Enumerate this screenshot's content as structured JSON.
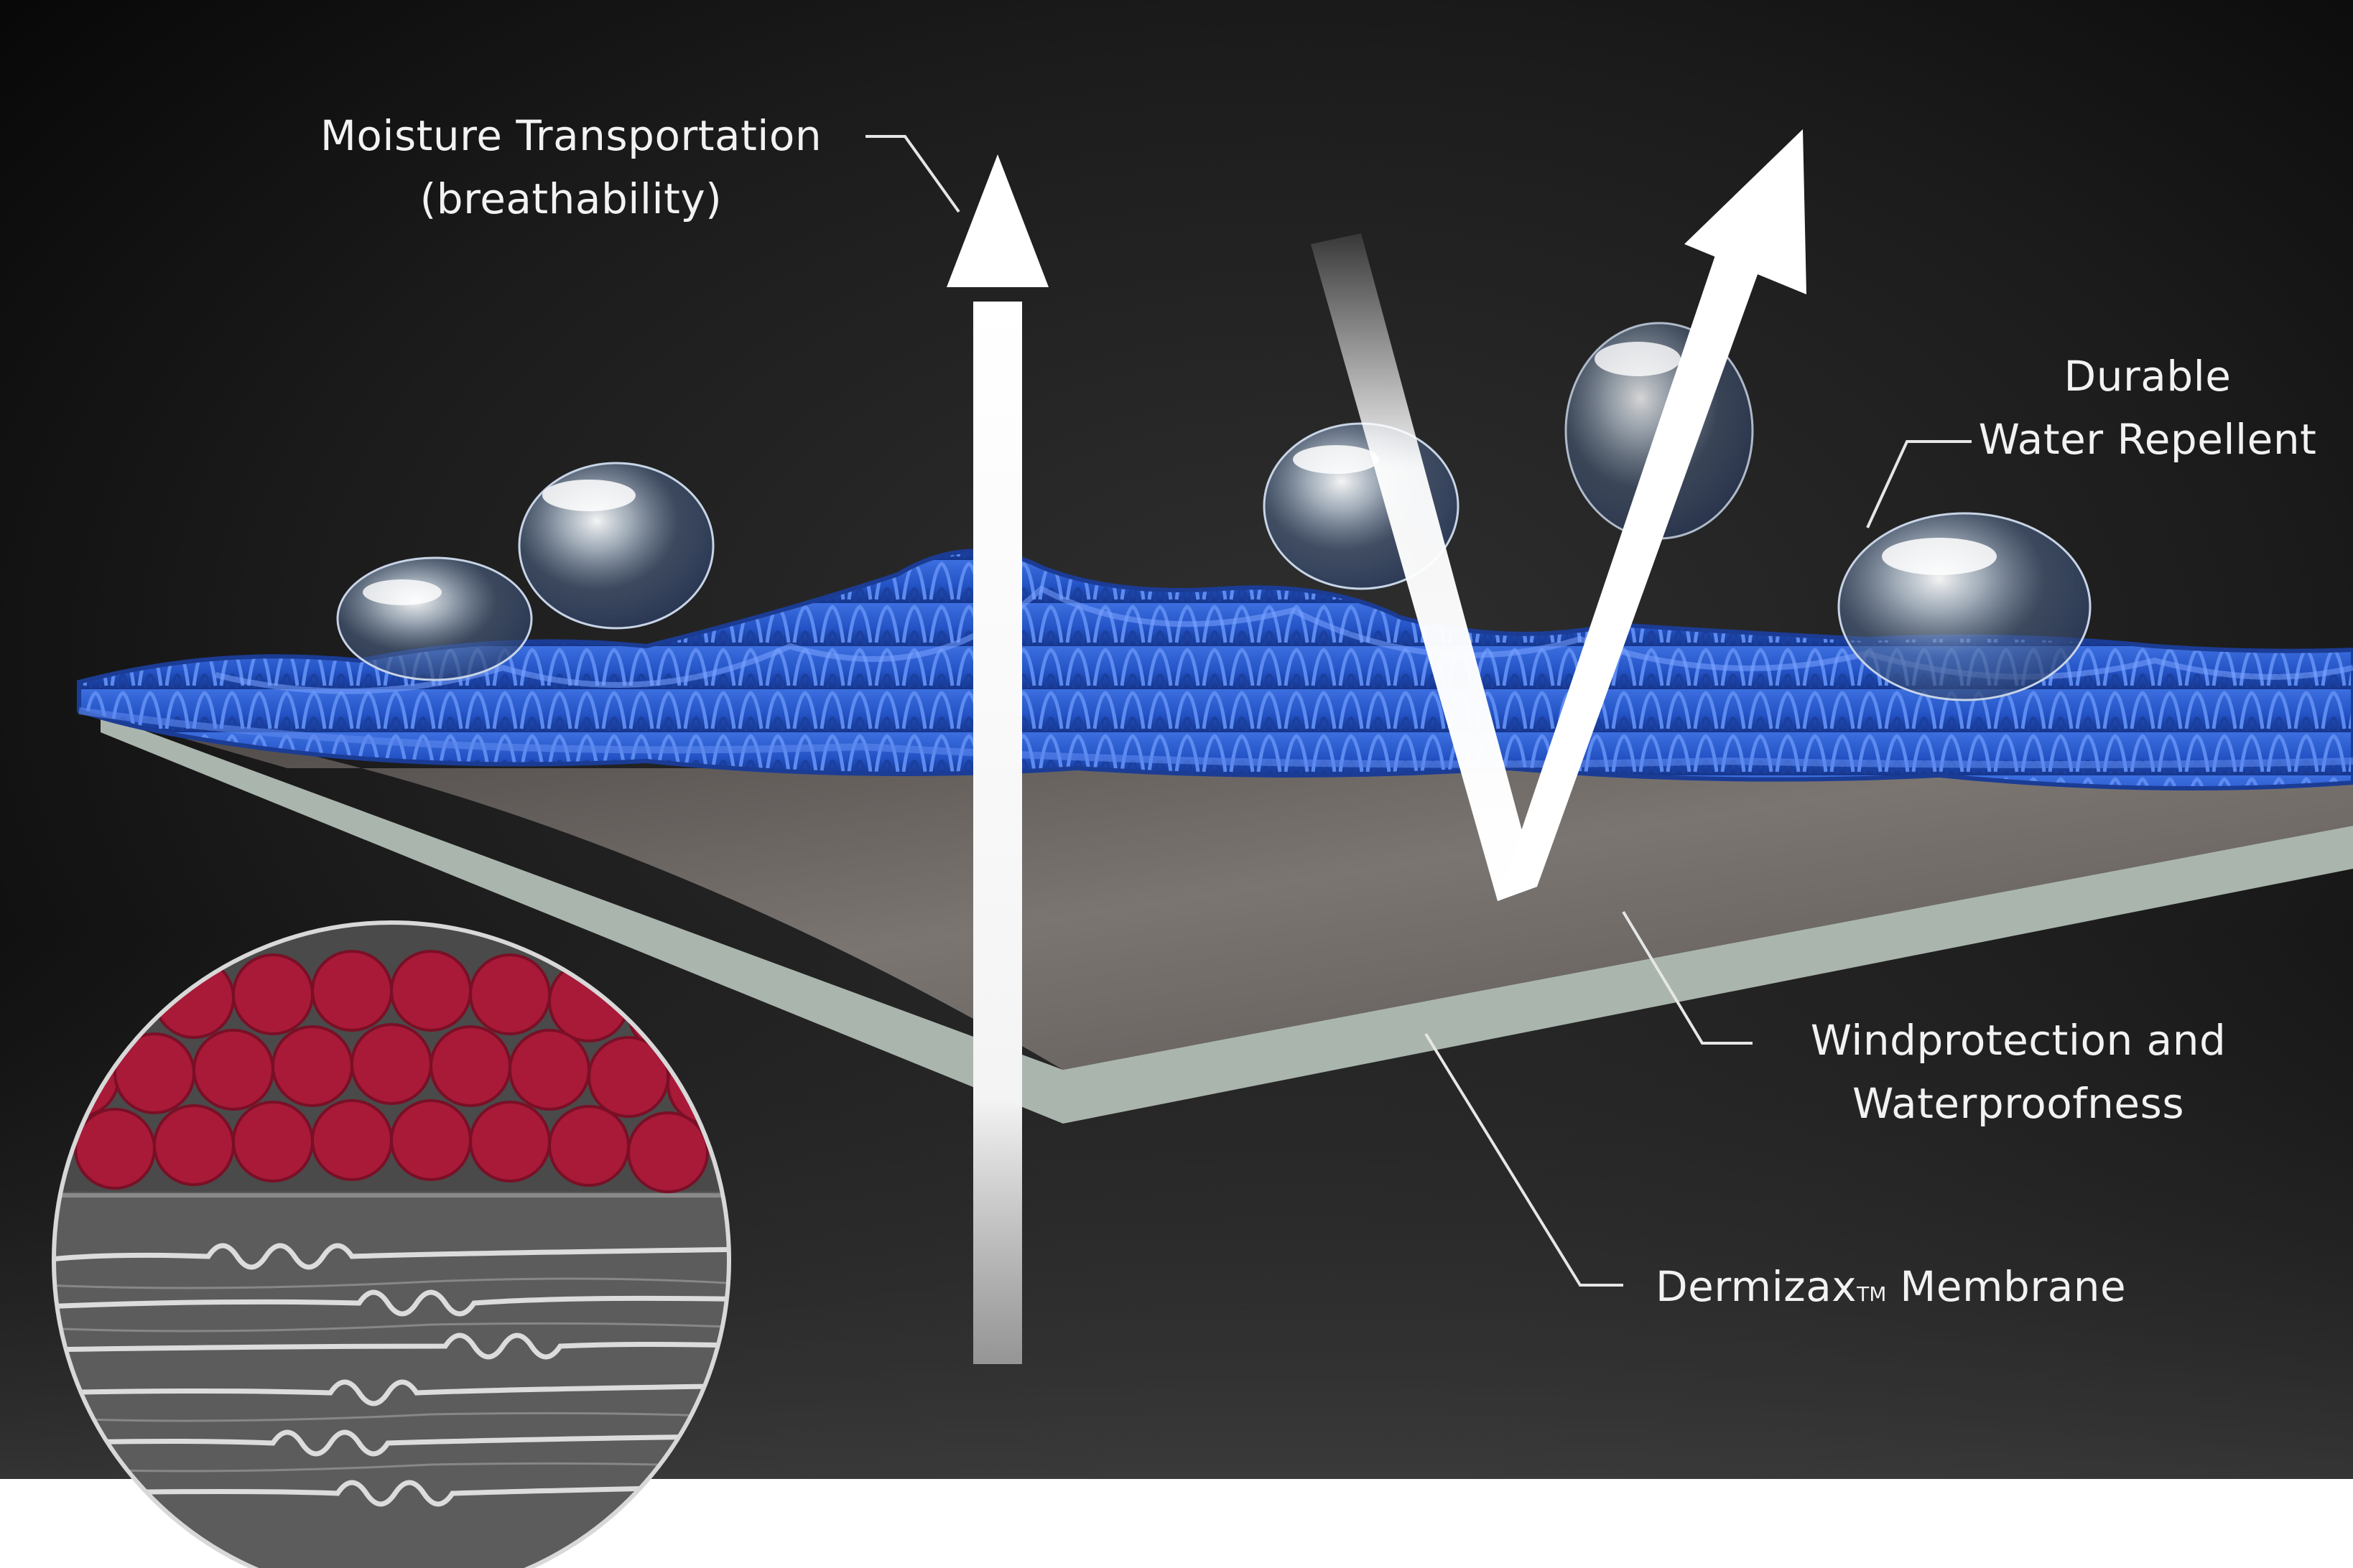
{
  "labels": {
    "moisture": {
      "line1": "Moisture Transportation",
      "line2": "(breathability)"
    },
    "durable": {
      "line1": "Durable",
      "line2": "Water Repellent"
    },
    "wind": {
      "line1": "Windprotection and",
      "line2": "Waterproofness"
    },
    "membrane": {
      "name": "Dermizax",
      "tm": "TM",
      "rest": " Membrane"
    }
  },
  "colors": {
    "background": "#0d0d0d",
    "fabric_blue": "#2350c0",
    "membrane_grey": "#6e6a68",
    "membrane_edge": "#b8c2bb",
    "fiber_red": "#a81a38",
    "arrow_white": "#ffffff",
    "text": "#f2f2f2"
  }
}
